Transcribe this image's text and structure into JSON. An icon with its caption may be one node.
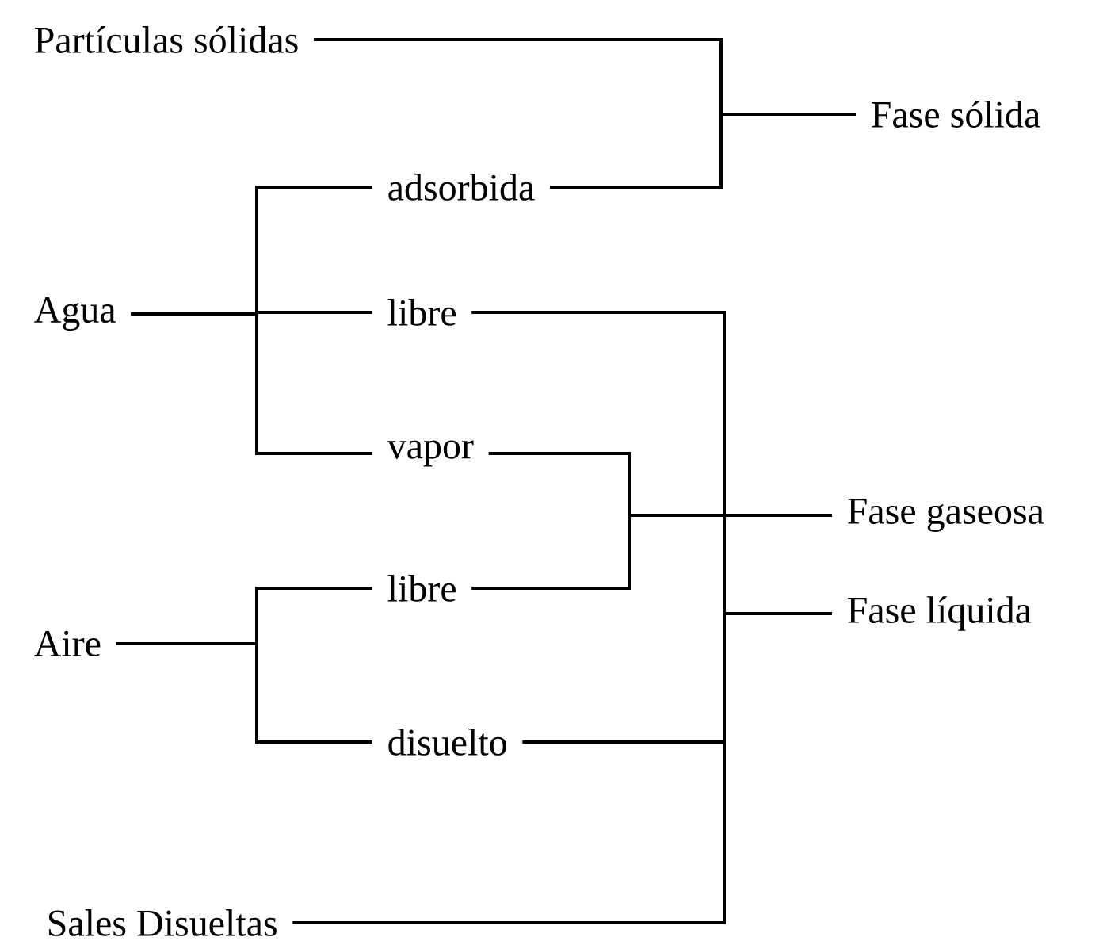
{
  "diagram": {
    "nodes": [
      {
        "text": [
          "Partículas sólidas"
        ]
      },
      {
        "text": [
          "Fase sólida"
        ]
      },
      {
        "text": [
          "adsorbida"
        ]
      },
      {
        "text": [
          "Agua"
        ]
      },
      {
        "text": [
          "libre"
        ]
      },
      {
        "text": [
          "vapor"
        ]
      },
      {
        "text": [
          "libre"
        ]
      },
      {
        "text": [
          "Aire"
        ]
      },
      {
        "text": [
          "disuelto"
        ]
      },
      {
        "text": [
          "Fase gaseosa"
        ]
      },
      {
        "text": [
          "Fase líquida"
        ]
      },
      {
        "text": [
          "Sales Disueltas"
        ]
      }
    ],
    "edges": [
      {
        "from": 0,
        "to": 1,
        "arrow": "none"
      },
      {
        "from": 2,
        "to": 1,
        "arrow": "none"
      },
      {
        "from": 3,
        "to": 2,
        "arrow": "none"
      },
      {
        "from": 3,
        "to": 4,
        "arrow": "none"
      },
      {
        "from": 3,
        "to": 5,
        "arrow": "none"
      },
      {
        "from": 5,
        "to": 9,
        "arrow": "none"
      },
      {
        "from": 6,
        "to": 9,
        "arrow": "none"
      },
      {
        "from": 4,
        "to": 10,
        "arrow": "none"
      },
      {
        "from": 8,
        "to": 10,
        "arrow": "none"
      },
      {
        "from": 11,
        "to": 10,
        "arrow": "none"
      },
      {
        "from": 7,
        "to": 6,
        "arrow": "none"
      },
      {
        "from": 7,
        "to": 8,
        "arrow": "none"
      }
    ]
  }
}
